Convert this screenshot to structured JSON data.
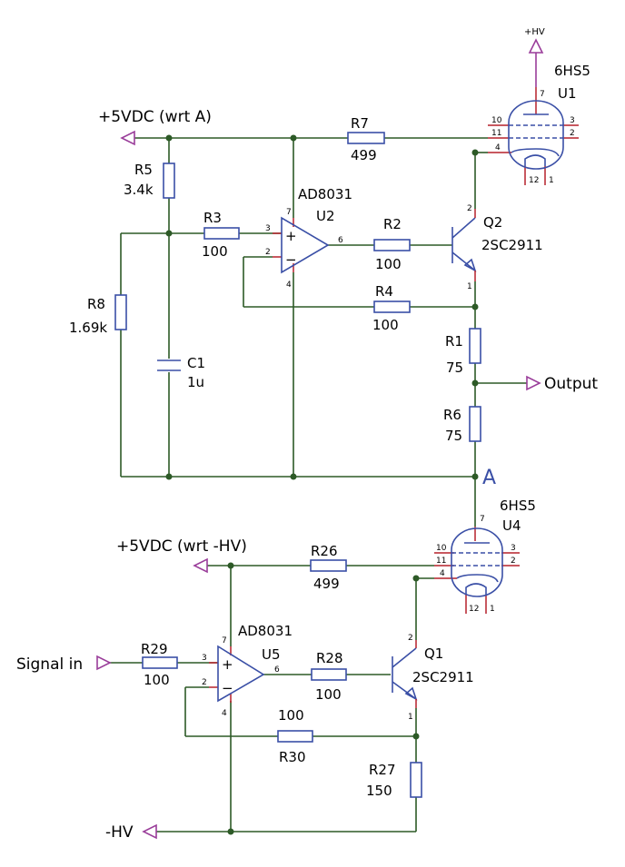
{
  "rails": {
    "hv_top": "+HV",
    "v5_a": "+5VDC (wrt A)",
    "v5_hv": "+5VDC (wrt -HV)",
    "neg_hv": "-HV",
    "signal_in": "Signal in",
    "output": "Output",
    "node_a": "A"
  },
  "tubes": {
    "U1": {
      "ref": "U1",
      "type": "6HS5",
      "pin_plate": "7",
      "pin_10": "10",
      "pin_11": "11",
      "pin_4": "4",
      "pin_3": "3",
      "pin_2": "2",
      "pin_12": "12",
      "pin_1": "1"
    },
    "U4": {
      "ref": "U4",
      "type": "6HS5",
      "pin_plate": "7",
      "pin_10": "10",
      "pin_11": "11",
      "pin_4": "4",
      "pin_3": "3",
      "pin_2": "2",
      "pin_12": "12",
      "pin_1": "1"
    }
  },
  "opamps": {
    "U2": {
      "ref": "U2",
      "type": "AD8031",
      "pin3": "3",
      "pin2": "2",
      "pin6": "6",
      "pin7": "7",
      "pin4": "4"
    },
    "U5": {
      "ref": "U5",
      "type": "AD8031",
      "pin3": "3",
      "pin2": "2",
      "pin6": "6",
      "pin7": "7",
      "pin4": "4"
    }
  },
  "transistors": {
    "Q2": {
      "ref": "Q2",
      "type": "2SC2911",
      "pin_c": "2",
      "pin_e": "1"
    },
    "Q1": {
      "ref": "Q1",
      "type": "2SC2911",
      "pin_c": "2",
      "pin_e": "1"
    }
  },
  "resistors": {
    "R7": {
      "ref": "R7",
      "value": "499"
    },
    "R5": {
      "ref": "R5",
      "value": "3.4k"
    },
    "R3": {
      "ref": "R3",
      "value": "100"
    },
    "R2": {
      "ref": "R2",
      "value": "100"
    },
    "R4": {
      "ref": "R4",
      "value": "100"
    },
    "R8": {
      "ref": "R8",
      "value": "1.69k"
    },
    "R1": {
      "ref": "R1",
      "value": "75"
    },
    "R6": {
      "ref": "R6",
      "value": "75"
    },
    "R26": {
      "ref": "R26",
      "value": "499"
    },
    "R29": {
      "ref": "R29",
      "value": "100"
    },
    "R28": {
      "ref": "R28",
      "value": "100"
    },
    "R30": {
      "ref": "R30",
      "value": "100"
    },
    "R27": {
      "ref": "R27",
      "value": "150"
    }
  },
  "capacitors": {
    "C1": {
      "ref": "C1",
      "value": "1u"
    }
  },
  "colors": {
    "wire": "#2d5a27",
    "component": "#3a4fa6",
    "lead": "#b5202a",
    "port": "#9a3d9a"
  }
}
